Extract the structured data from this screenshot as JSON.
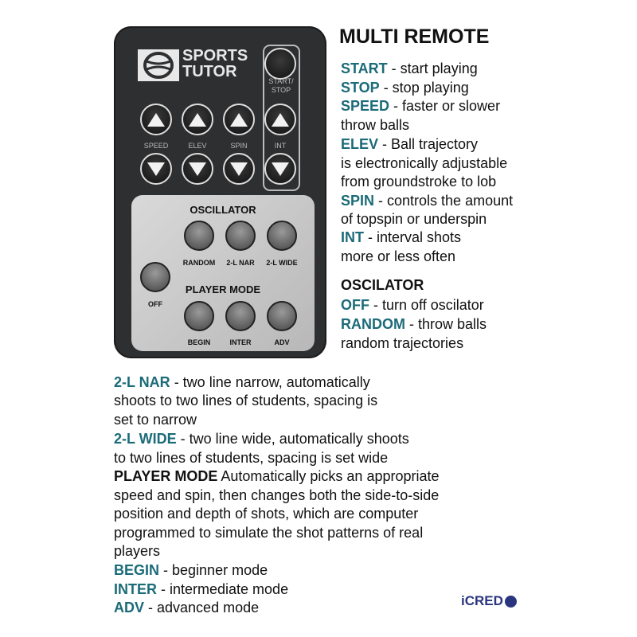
{
  "title": "MULTI REMOTE",
  "remote": {
    "brand": [
      "SPORTS",
      "TUTOR"
    ],
    "start_stop": [
      "START/",
      "STOP"
    ],
    "labels": {
      "speed": "SPEED",
      "elev": "ELEV",
      "spin": "SPIN",
      "int": "INT"
    },
    "oscillator": "OSCILLATOR",
    "osc_buttons": [
      "RANDOM",
      "2-L NAR",
      "2-L WIDE"
    ],
    "off": "OFF",
    "player_mode": "PLAYER MODE",
    "mode_buttons": [
      "BEGIN",
      "INTER",
      "ADV"
    ]
  },
  "right": {
    "start_k": "START",
    "start": " - start playing",
    "stop_k": "STOP",
    "stop": " - stop playing",
    "speed_k": "SPEED",
    "speed": " - faster or slower",
    "speed2": "throw balls",
    "elev_k": "ELEV",
    "elev": " - Ball trajectory",
    "elev2": "is electronically adjustable",
    "elev3": "from groundstroke to lob",
    "spin_k": "SPIN",
    "spin": " - controls the amount",
    "spin2": "of topspin or underspin",
    "int_k": "INT",
    "int": " - interval shots",
    "int2": "more or less often",
    "osc": "OSCILATOR",
    "off_k": "OFF",
    "off": " - turn off oscilator",
    "random_k": "RANDOM",
    "random": " - throw balls",
    "random2": "random trajectories"
  },
  "bottom": {
    "nar_k": "2-L NAR",
    "nar": " - two line narrow, automatically",
    "nar2": "shoots to two lines of students, spacing is",
    "nar3": "set to narrow",
    "wide_k": "2-L WIDE",
    "wide": " - two line wide, automatically shoots",
    "wide2": "to two lines of students, spacing is set wide",
    "pm_k": "PLAYER MODE",
    "pm": " Automatically picks an appropriate",
    "pm2": "speed and spin, then changes both the side-to-side",
    "pm3": " position and depth of shots, which are computer",
    "pm4": "programmed to simulate the shot patterns of real",
    "pm5": "players",
    "begin_k": "BEGIN",
    "begin": " - beginner mode",
    "inter_k": "INTER",
    "inter": " - intermediate mode",
    "adv_k": "ADV",
    "adv": " - advanced mode"
  },
  "logo": "iCRED",
  "colors": {
    "accent": "#1b6b78",
    "logo": "#2a3580"
  }
}
